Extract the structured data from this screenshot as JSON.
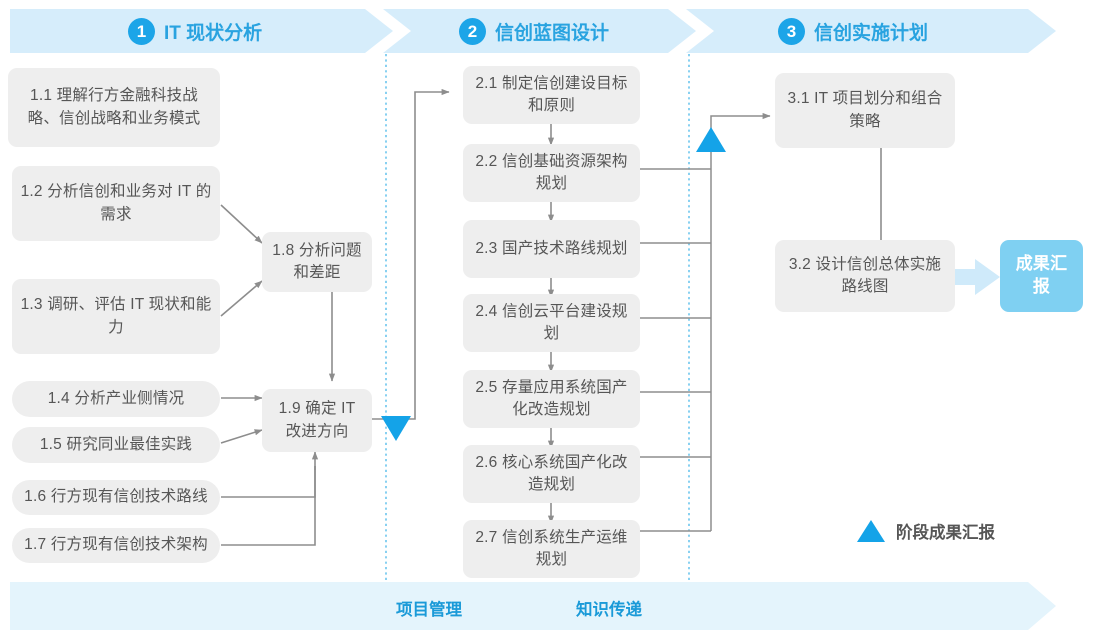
{
  "header": {
    "phases": [
      {
        "num": "1",
        "label": "IT 现状分析"
      },
      {
        "num": "2",
        "label": "信创蓝图设计"
      },
      {
        "num": "3",
        "label": "信创实施计划"
      }
    ]
  },
  "phase1": {
    "boxes": [
      {
        "id": "1.1",
        "text": "1.1 理解行方金融科技战略、信创战略和业务模式"
      },
      {
        "id": "1.2",
        "text": "1.2 分析信创和业务对 IT 的需求"
      },
      {
        "id": "1.3",
        "text": "1.3 调研、评估 IT 现状和能力"
      },
      {
        "id": "1.4",
        "text": "1.4 分析产业侧情况"
      },
      {
        "id": "1.5",
        "text": "1.5 研究同业最佳实践"
      },
      {
        "id": "1.6",
        "text": "1.6 行方现有信创技术路线"
      },
      {
        "id": "1.7",
        "text": "1.7 行方现有信创技术架构"
      },
      {
        "id": "1.8",
        "text": "1.8 分析问题和差距"
      },
      {
        "id": "1.9",
        "text": "1.9 确定 IT 改进方向"
      }
    ]
  },
  "phase2": {
    "boxes": [
      {
        "id": "2.1",
        "text": "2.1 制定信创建设目标和原则"
      },
      {
        "id": "2.2",
        "text": "2.2 信创基础资源架构规划"
      },
      {
        "id": "2.3",
        "text": "2.3 国产技术路线规划"
      },
      {
        "id": "2.4",
        "text": "2.4 信创云平台建设规划"
      },
      {
        "id": "2.5",
        "text": "2.5 存量应用系统国产化改造规划"
      },
      {
        "id": "2.6",
        "text": "2.6 核心系统国产化改造规划"
      },
      {
        "id": "2.7",
        "text": "2.7 信创系统生产运维规划"
      }
    ]
  },
  "phase3": {
    "boxes": [
      {
        "id": "3.1",
        "text": "3.1 IT 项目划分和组合策略"
      },
      {
        "id": "3.2",
        "text": "3.2 设计信创总体实施路线图"
      }
    ],
    "result": "成果汇报"
  },
  "legend": {
    "label": "阶段成果汇报"
  },
  "footer": {
    "labels": [
      "项目管理",
      "知识传递"
    ]
  },
  "colors": {
    "accent": "#1ca5e8",
    "header_band": "#d6edfb",
    "footer_band": "#e4f4fc",
    "node_bg": "#eeeeee",
    "node_text": "#565656",
    "result_bg": "#7fd0f2",
    "connector": "#8d8d8d",
    "divider": "#56bdeb"
  }
}
